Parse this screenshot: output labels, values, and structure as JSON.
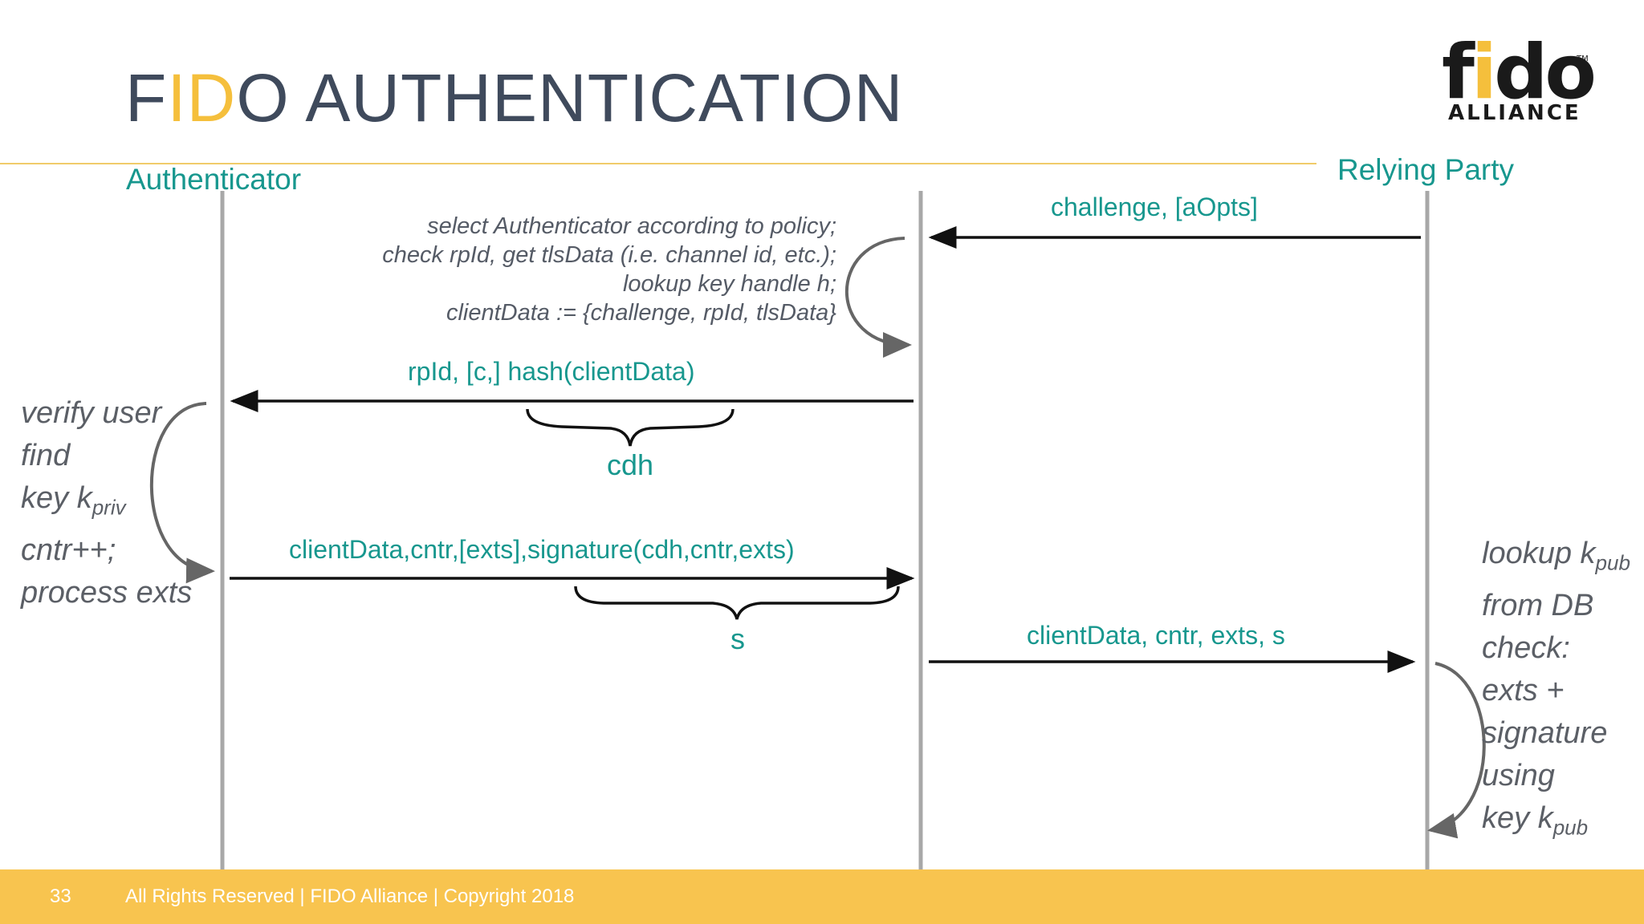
{
  "slide": {
    "title_parts": [
      "F",
      "ID",
      "O AUTHENTICATION"
    ],
    "logo": {
      "word_parts": [
        "f",
        "i",
        "do"
      ],
      "sub": "ALLIANCE",
      "tm": "TM"
    }
  },
  "lanes": {
    "authenticator": "Authenticator",
    "relying_party": "Relying Party"
  },
  "messages": {
    "challenge": "challenge, [aOpts]",
    "rpid_hash": "rpId, [c,] hash(clientData)",
    "cdh": "cdh",
    "clientdata_sig": "clientData,cntr,[exts],signature(cdh,cntr,exts)",
    "s": "s",
    "clientdata_cntr": "clientData, cntr, exts, s"
  },
  "client_note": {
    "line1": "select Authenticator according to policy;",
    "line2": "check rpId, get tlsData (i.e. channel id, etc.);",
    "line3": "lookup key handle h;",
    "line4": "clientData := {challenge, rpId, tlsData}"
  },
  "authenticator_steps": {
    "l1": "verify user",
    "l2": "find",
    "l3_pre": "key k",
    "l3_sub": "priv",
    "l4": "cntr++;",
    "l5": "process exts"
  },
  "rp_steps": {
    "l1_pre": "lookup k",
    "l1_sub": "pub",
    "l2": "from DB",
    "l3": "check:",
    "l4": "exts +",
    "l5": "signature",
    "l6": "using",
    "l7_pre": "key k",
    "l7_sub": "pub"
  },
  "footer": {
    "page_number": "33",
    "text": "All Rights Reserved | FIDO Alliance | Copyright 2018"
  },
  "colors": {
    "accent": "#f5bf3c",
    "teal": "#17978e",
    "title": "#3f4a5c",
    "footer": "#f8c44f"
  }
}
